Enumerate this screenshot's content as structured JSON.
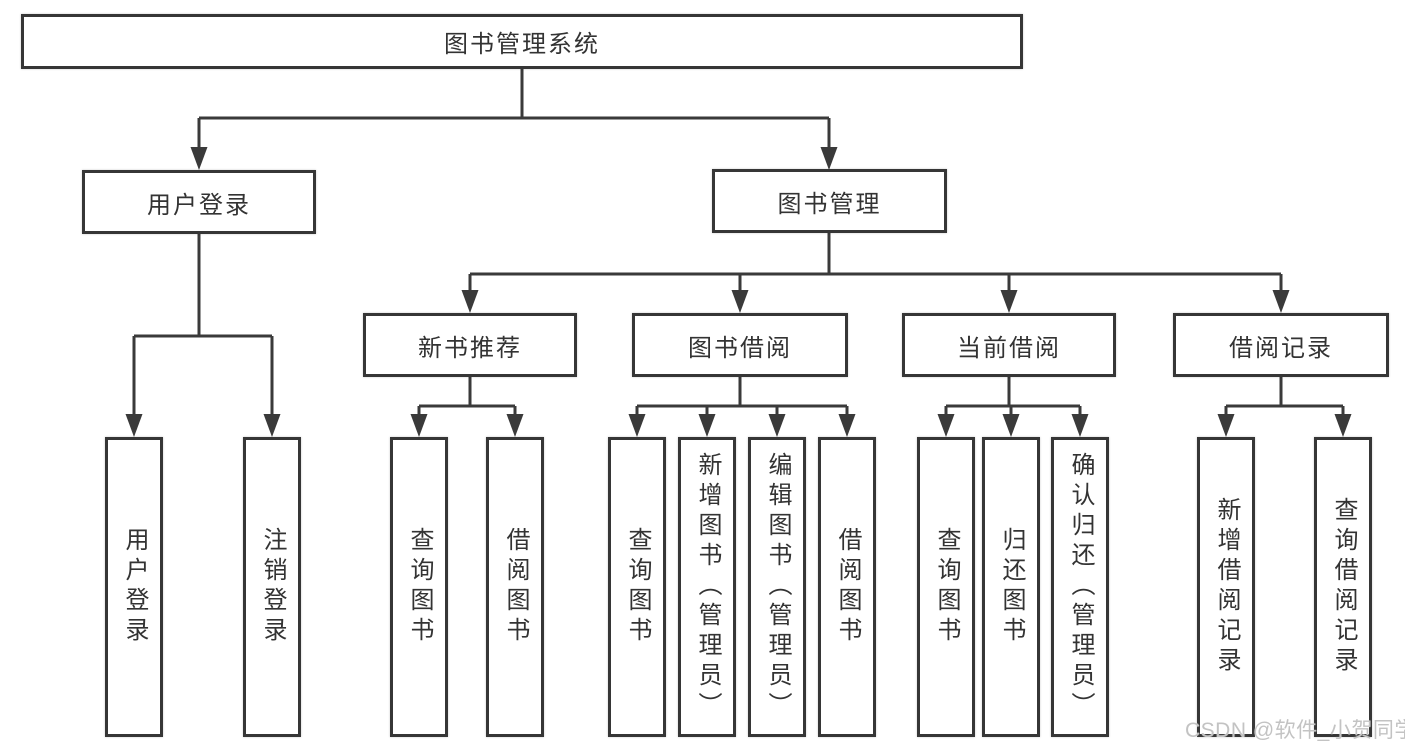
{
  "colors": {
    "line": "#3a3a3a",
    "box_border": "#363636",
    "text": "#333333",
    "watermark": "#c3c3c3",
    "background": "#ffffff"
  },
  "watermark": {
    "text": "CSDN @软件_小贺同学"
  },
  "tree": {
    "root": {
      "label": "图书管理系统"
    },
    "branches": [
      {
        "label": "用户登录",
        "children": [
          {
            "label": "用户登录"
          },
          {
            "label": "注销登录"
          }
        ]
      },
      {
        "label": "图书管理",
        "sections": [
          {
            "label": "新书推荐",
            "children": [
              {
                "label": "查询图书"
              },
              {
                "label": "借阅图书"
              }
            ]
          },
          {
            "label": "图书借阅",
            "children": [
              {
                "label": "查询图书"
              },
              {
                "label": "新增图书（管理员）"
              },
              {
                "label": "编辑图书（管理员）"
              },
              {
                "label": "借阅图书"
              }
            ]
          },
          {
            "label": "当前借阅",
            "children": [
              {
                "label": "查询图书"
              },
              {
                "label": "归还图书"
              },
              {
                "label": "确认归还（管理员）"
              }
            ]
          },
          {
            "label": "借阅记录",
            "children": [
              {
                "label": "新增借阅记录"
              },
              {
                "label": "查询借阅记录"
              }
            ]
          }
        ]
      }
    ]
  }
}
